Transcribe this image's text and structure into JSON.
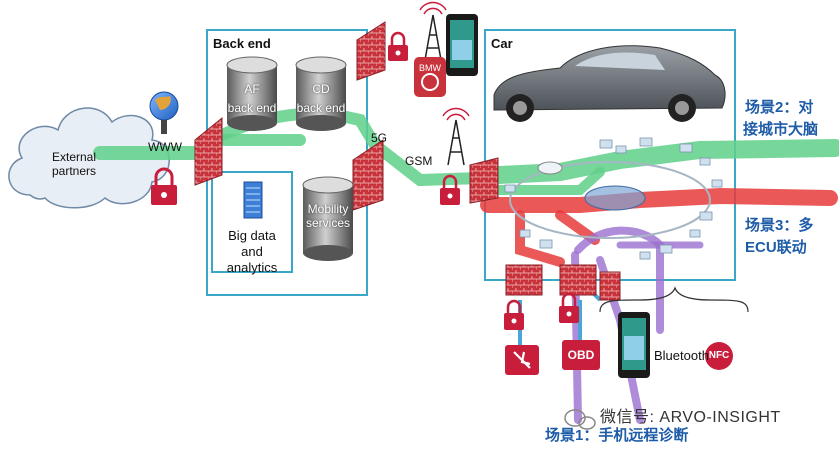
{
  "labels": {
    "external_partners": "External partners",
    "www": "WWW",
    "back_end": "Back end",
    "af": "AF",
    "cd": "CD",
    "back_end_small": "back end",
    "big_data": "Big data and analytics",
    "mobility": "Mobility services",
    "fiveg": "5G",
    "gsm": "GSM",
    "car": "Car",
    "bmw": "BMW",
    "obd": "OBD",
    "bluetooth": "Bluetooth",
    "nfc": "NFC"
  },
  "scenarios": {
    "s2_line1": "场景2：对",
    "s2_line2": "接城市大脑",
    "s3_line1": "场景3：多",
    "s3_line2": "ECU联动",
    "s1": "场景1：手机远程诊断"
  },
  "watermark": "微信号: ARVO-INSIGHT",
  "colors": {
    "green_flow": "#5fd08a",
    "red_flow": "#e83b3b",
    "purple_flow": "#9b6fd0",
    "box_border": "#3aa7c8",
    "firewall": "#c8323a",
    "lock": "#c81e3c",
    "scenario_text": "#1f5ca8"
  }
}
